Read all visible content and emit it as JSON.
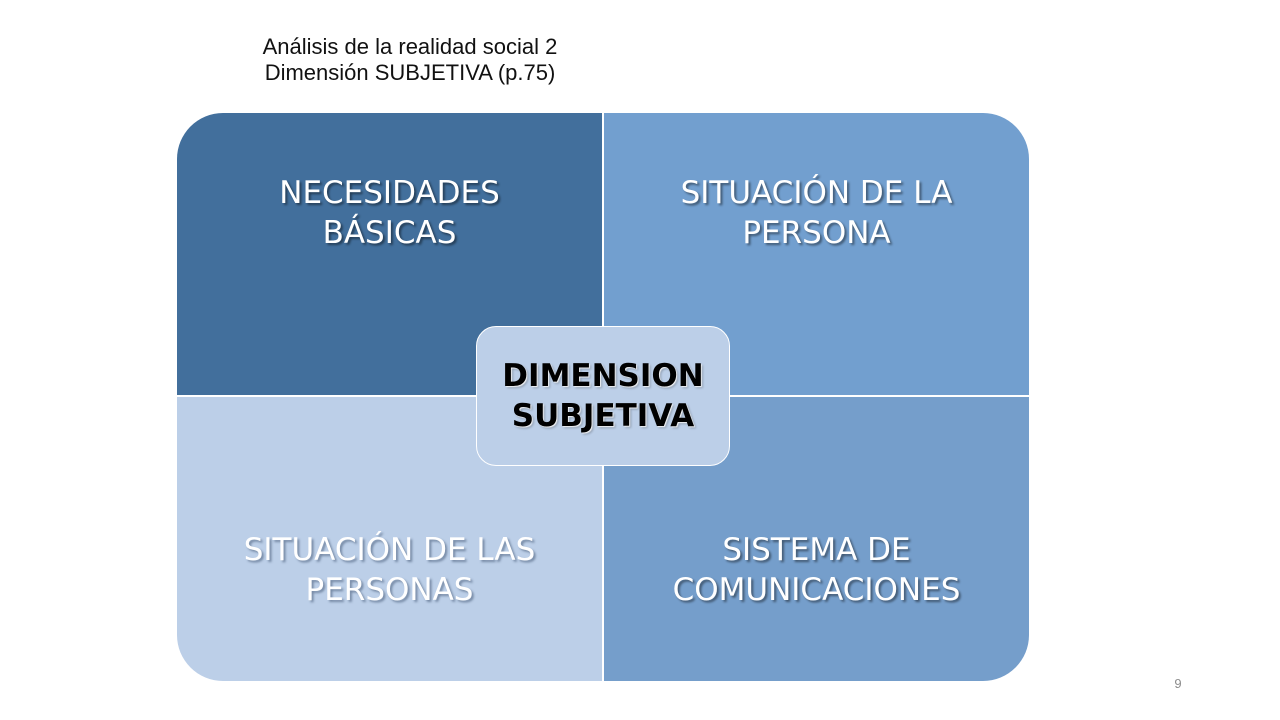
{
  "title": {
    "line1": "Análisis de la realidad social 2",
    "line2": "Dimensión SUBJETIVA (p.75)"
  },
  "matrix": {
    "top_left": {
      "line1": "NECESIDADES",
      "line2": "BÁSICAS"
    },
    "top_right": {
      "line1": "SITUACIÓN DE LA",
      "line2": "PERSONA"
    },
    "bottom_left": {
      "line1": "SITUACIÓN DE LAS",
      "line2": "PERSONAS"
    },
    "bottom_right": {
      "line1": "SISTEMA DE",
      "line2": "COMUNICACIONES"
    },
    "center": {
      "line1": "DIMENSION",
      "line2": "SUBJETIVA"
    }
  },
  "colors": {
    "top_left": "#426f9c",
    "top_right": "#729fcf",
    "bottom_left": "#bccfe8",
    "bottom_right": "#759ecb",
    "center": "#bccfe8"
  },
  "page_number": "9"
}
